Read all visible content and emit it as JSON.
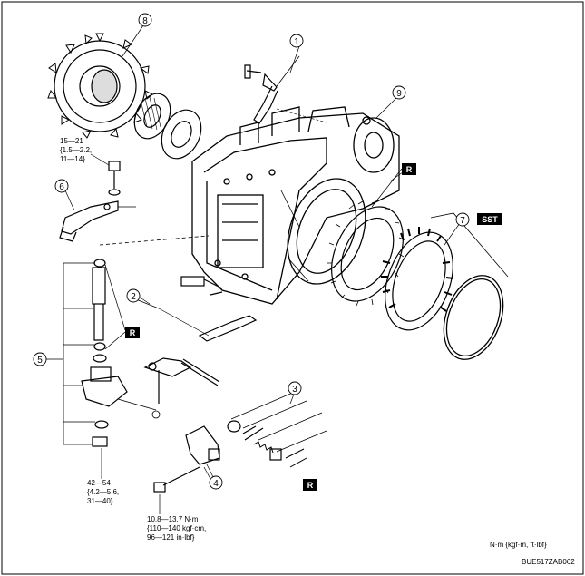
{
  "callouts": [
    "1",
    "2",
    "3",
    "4",
    "5",
    "6",
    "7",
    "8",
    "9"
  ],
  "badges": {
    "r1": "R",
    "r2": "R",
    "r3": "R",
    "sst": "SST"
  },
  "torque_specs": {
    "bolt_6": [
      "15—21",
      "{1.5—2.2,",
      "11—14}"
    ],
    "nut_5": [
      "42—54",
      "{4.2—5.6,",
      "31—40}"
    ],
    "bolt_4": [
      "10.8—13.7 N·m",
      "{110—140 kgf·cm,",
      "96—121 in·lbf}"
    ]
  },
  "units_note": "N·m {kgf·m, ft·lbf}",
  "figure_code": "BUE517ZAB062",
  "colors": {
    "line": "#000000",
    "background": "#ffffff",
    "badge": "#000000"
  }
}
